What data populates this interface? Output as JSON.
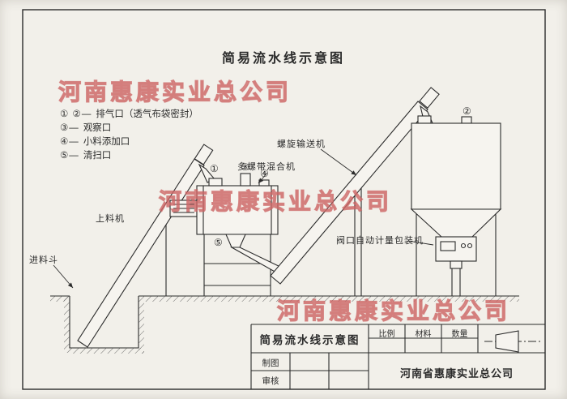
{
  "page": {
    "title": "简易流水线示意图",
    "watermark": "河南惠康实业总公司"
  },
  "legend": {
    "items": [
      {
        "marker": "① ②—",
        "label": "排气口（透气布袋密封）"
      },
      {
        "marker": "③—",
        "label": "观察口"
      },
      {
        "marker": "④—",
        "label": "小料添加口"
      },
      {
        "marker": "⑤—",
        "label": "清扫口"
      }
    ]
  },
  "diagram": {
    "labels": {
      "feeder": "上料机",
      "hopper": "进料斗",
      "mixer": "多螺带混合机",
      "screw_conveyor": "螺旋输送机",
      "packer": "阀口自动计量包装机"
    },
    "markers": {
      "m1": "①",
      "m2": "②",
      "m3": "③",
      "m4": "④",
      "m5": "⑤"
    }
  },
  "title_block": {
    "drawing_title": "简易流水线示意图",
    "scale_label": "比例",
    "material_label": "材料",
    "quantity_label": "数量",
    "drawn_label": "制图",
    "checked_label": "审核",
    "company": "河南省惠康实业总公司"
  },
  "colors": {
    "paper": "#f2f0ea",
    "ink": "#2b2b2b",
    "watermark": "#c95c5c"
  }
}
